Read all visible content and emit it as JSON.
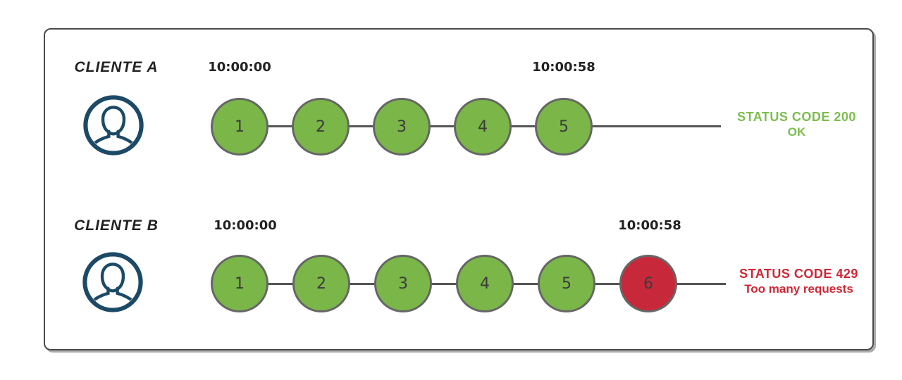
{
  "colors": {
    "frame_border": "#4a4a4a",
    "label_text": "#222222",
    "line": "#555555",
    "circle_border": "#666666",
    "digit": "#3b3b3b",
    "ok_fill": "#7ab648",
    "blocked_fill": "#c8293a",
    "ok_text": "#7cbd4f",
    "blocked_text": "#cd2836",
    "icon": "#1c4a66"
  },
  "clients": [
    {
      "label": "CLIENTE A",
      "start_time": "10:00:00",
      "end_time": "10:00:58",
      "requests": [
        "1",
        "2",
        "3",
        "4",
        "5"
      ],
      "status_line1": "STATUS CODE 200",
      "status_line2": "OK"
    },
    {
      "label": "CLIENTE B",
      "start_time": "10:00:00",
      "end_time": "10:00:58",
      "requests": [
        "1",
        "2",
        "3",
        "4",
        "5",
        "6"
      ],
      "status_line1": "STATUS CODE 429",
      "status_line2": "Too many requests"
    }
  ]
}
